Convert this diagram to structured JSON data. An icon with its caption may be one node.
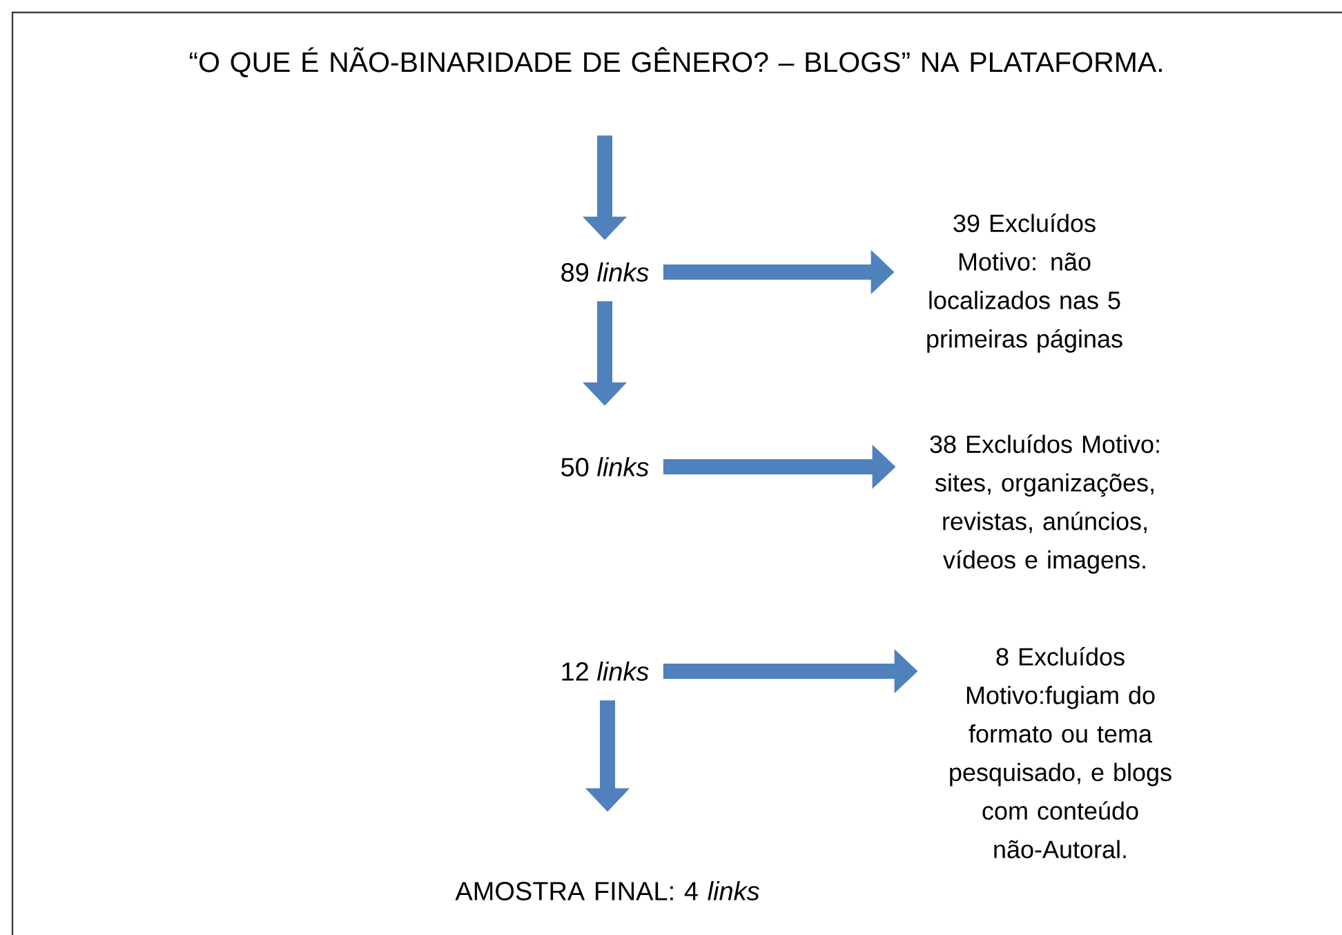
{
  "diagram": {
    "nodes": [
      {
        "text": [
          "“O QUE É NÃO-BINARIDADE DE GÊNERO? – BLOGS” NA PLATAFORMA."
        ]
      },
      {
        "text": [
          "89 *links*"
        ]
      },
      {
        "text": [
          "39 Excluídos Motivo: não localizados nas 5 primeiras páginas"
        ]
      },
      {
        "text": [
          "50 *links*"
        ]
      },
      {
        "text": [
          "38 Excluídos Motivo: sites, organizações, revistas, anúncios, vídeos e imagens."
        ]
      },
      {
        "text": [
          "12 *links*"
        ]
      },
      {
        "text": [
          "8 Excluídos Motivo:fugiam do formato ou tema pesquisado, e blogs com conteúdo não-Autoral."
        ]
      },
      {
        "text": [
          "AMOSTRA FINAL: 4 *links*"
        ]
      }
    ],
    "edges": [
      {
        "from": 0,
        "to": 1,
        "arrow": "to"
      },
      {
        "from": 1,
        "to": 2,
        "arrow": "to"
      },
      {
        "from": 1,
        "to": 3,
        "arrow": "to"
      },
      {
        "from": 3,
        "to": 4,
        "arrow": "to"
      },
      {
        "from": 5,
        "to": 6,
        "arrow": "to"
      },
      {
        "from": 5,
        "to": 7,
        "arrow": "to"
      }
    ]
  }
}
